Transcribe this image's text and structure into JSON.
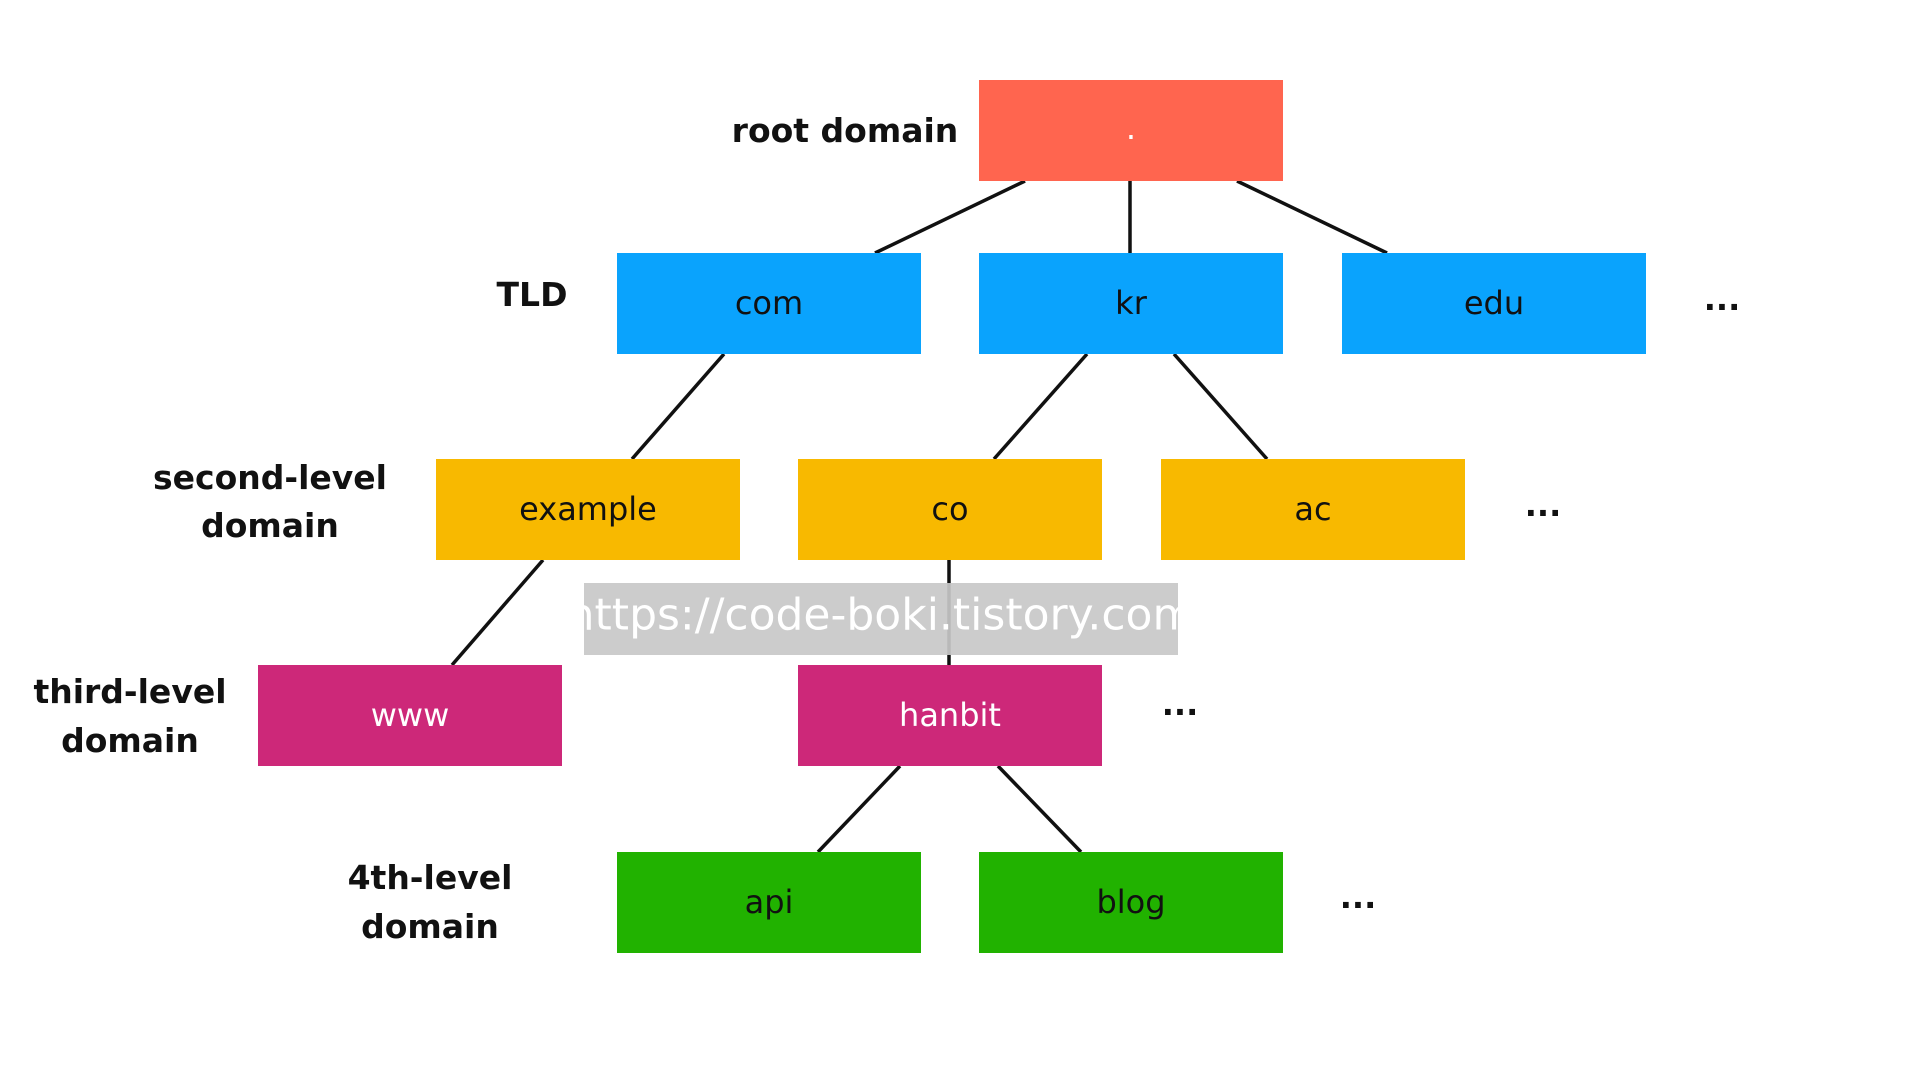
{
  "colors": {
    "root": "#ff654f",
    "tld": "#0aa3fd",
    "second": "#f8b900",
    "third": "#cd2879",
    "fourth": "#21b200"
  },
  "levels": {
    "root": [
      "root domain"
    ],
    "tld": [
      "TLD"
    ],
    "second": [
      "second-level",
      "domain"
    ],
    "third": [
      "third-level",
      "domain"
    ],
    "fourth": [
      "4th-level",
      "domain"
    ]
  },
  "nodes": {
    "root": ".",
    "com": "com",
    "kr": "kr",
    "edu": "edu",
    "example": "example",
    "co": "co",
    "ac": "ac",
    "www": "www",
    "hanbit": "hanbit",
    "api": "api",
    "blog": "blog"
  },
  "ellipsis": "...",
  "watermark": "https://code-boki.tistory.com"
}
